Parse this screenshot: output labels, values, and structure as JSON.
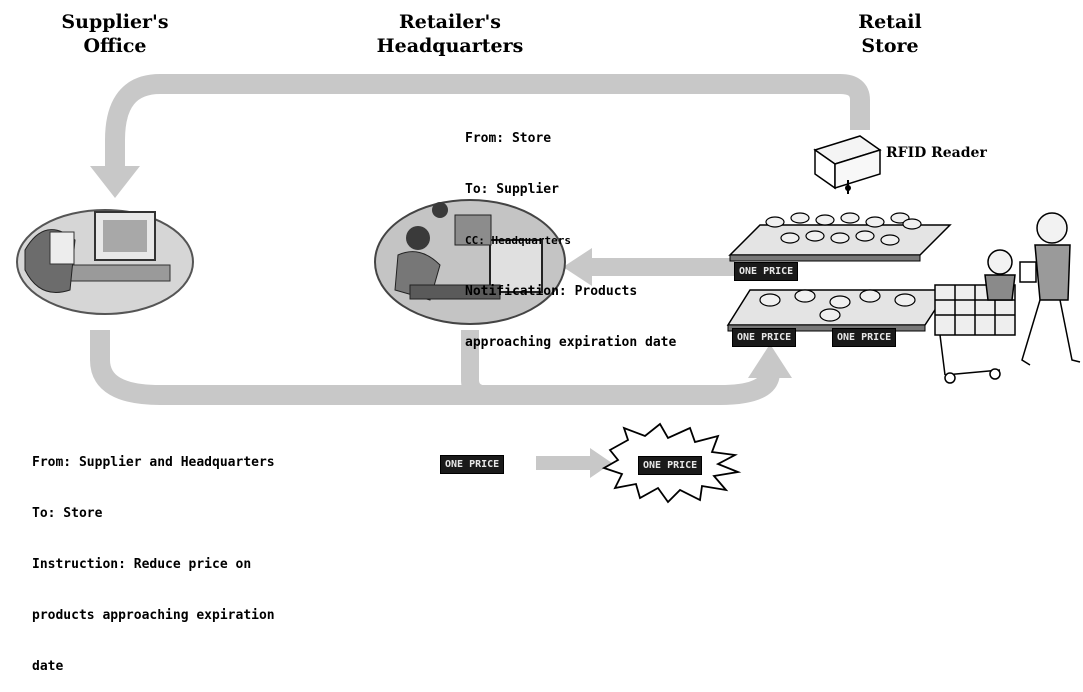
{
  "headers": {
    "supplier": [
      "Supplier's",
      "Office"
    ],
    "retailer": [
      "Retailer's",
      "Headquarters"
    ],
    "store": [
      "Retail",
      "Store"
    ]
  },
  "reader_label": "RFID Reader",
  "store_message": [
    "From: Store",
    "To: Supplier",
    "CC: Headquarters",
    "Notification: Products",
    "approaching expiration date"
  ],
  "supplier_message": [
    "From: Supplier and Headquarters",
    "To: Store",
    "Instruction: Reduce price on",
    "products approaching expiration",
    "date"
  ],
  "price_tag_text": "ONE PRICE",
  "colors": {
    "arrow": "#c8c8c8",
    "arrow_edge": "#9e9e9e",
    "tag_bg": "#1a1a1a"
  }
}
